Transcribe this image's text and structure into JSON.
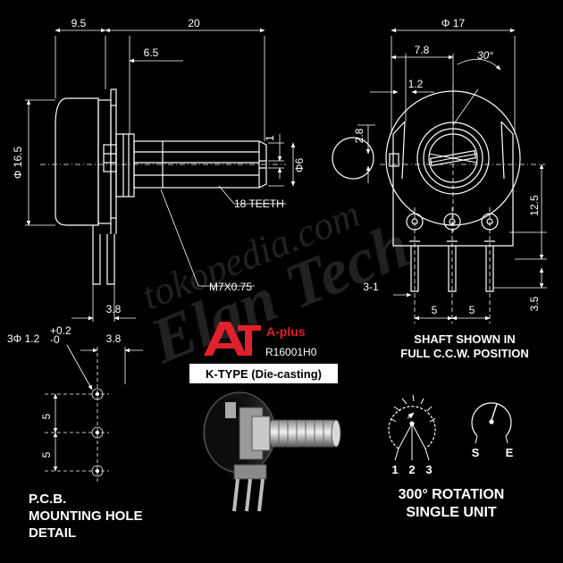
{
  "dimensions": {
    "d_9_5": "9.5",
    "d_20": "20",
    "d_6_5": "6.5",
    "d_phi16_5": "Φ 16.5",
    "d_1": "1",
    "d_phi6": "Φ6",
    "d_teeth": "18 TEETH",
    "d_thread": "M7X0.75",
    "d_3_8_side": "3.8",
    "d_phi17": "Φ 17",
    "d_7_8": "7.8",
    "d_30deg": "30°",
    "d_1_2": "1.2",
    "d_2_8": "2.8",
    "d_12_5": "12.5",
    "d_3_1": "3-1",
    "d_5a": "5",
    "d_5b": "5",
    "d_3_5": "3.5",
    "pcb_holes": "3Φ 1.2",
    "pcb_tol_plus": "+0.2",
    "pcb_tol_minus": "-0",
    "pcb_3_8": "3.8",
    "pcb_5a": "5",
    "pcb_5b": "5"
  },
  "brand": {
    "name": "A-plus",
    "part_number": "R16001H0",
    "type": "K-TYPE (Die-casting)",
    "logo_letters": "AT"
  },
  "labels": {
    "shaft_line1": "SHAFT SHOWN IN",
    "shaft_line2": "FULL C.C.W. POSITION",
    "pcb_line1": "P.C.B.",
    "pcb_line2": "MOUNTING HOLE",
    "pcb_line3": "DETAIL",
    "rot_line1": "300° ROTATION",
    "rot_line2": "SINGLE UNIT",
    "pin1": "1",
    "pin2": "2",
    "pin3": "3",
    "sym_s": "S",
    "sym_e": "E"
  },
  "watermark": {
    "line1": "tokopedia.com",
    "line2": "Elan Tech"
  },
  "colors": {
    "background": "#000000",
    "lines": "#ffffff",
    "logo_red": "#e0202a"
  }
}
